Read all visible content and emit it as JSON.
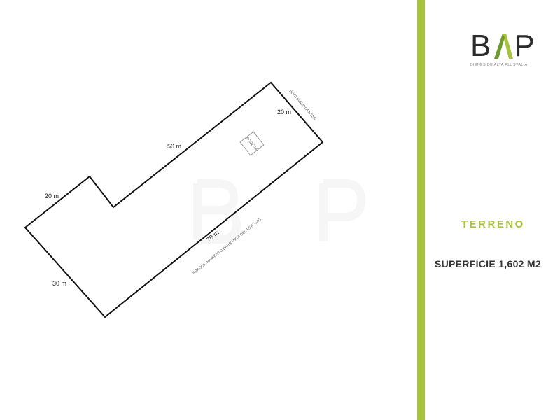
{
  "logo": {
    "text": "BAP",
    "letters": [
      "B",
      "P"
    ],
    "tagline": "BIENES DE ALTA PLUSVALÍA"
  },
  "watermark": "BP",
  "plan": {
    "dimensions": {
      "top": "50 m",
      "left_short": "20 m",
      "right": "20 m",
      "bottom": "70 m",
      "left_long": "30 m"
    },
    "streets": {
      "right": "BLVD INSURGENTES",
      "bottom": "FRACCIONAMIENTO BARRANCA DEL REFUGIO"
    },
    "building": "BODEGA"
  },
  "info": {
    "type": "TERRENO",
    "area": "SUPERFICIE 1,602 M2"
  },
  "colors": {
    "accent": "#a8c43c",
    "text": "#333333"
  }
}
